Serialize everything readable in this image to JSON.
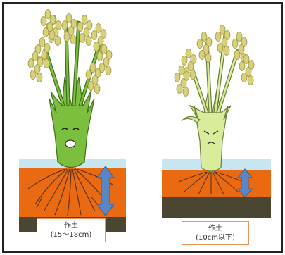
{
  "colors": {
    "water": "#c7e6ef",
    "topsoil": "#ea6a12",
    "subsoil": "#4a4632",
    "left_plant": "#7cbf3e",
    "right_plant": "#d9ec9a",
    "grain": "#d8d07a",
    "depth_arrow": "#5b86c6",
    "frame": "#222222"
  },
  "left_panel": {
    "soil_label": "作土",
    "depth_label": "(15～18cm)"
  },
  "right_panel": {
    "soil_label": "作土",
    "depth_label": "(10cm以下)"
  }
}
